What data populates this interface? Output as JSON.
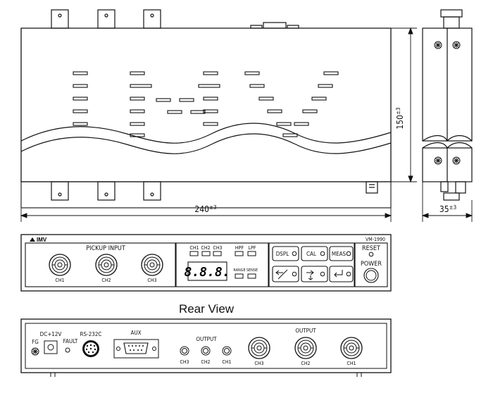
{
  "model": "VM-1990",
  "brand": "IMV",
  "dimensions": {
    "height": "150",
    "height_tol": "±3",
    "width": "240",
    "width_tol": "±3",
    "depth": "35",
    "depth_tol": "±3"
  },
  "front_panel": {
    "pickup_input_label": "PICKUP INPUT",
    "inputs": [
      "CH1",
      "CH2",
      "CH3"
    ],
    "display_leds": [
      "CH1",
      "CH2",
      "CH3"
    ],
    "filter_leds": [
      "HPF",
      "LPF"
    ],
    "mode_leds": [
      "RANGE",
      "SENSE"
    ],
    "display_value": "8.8.8.",
    "buttons_row1": [
      "DSPL",
      "CAL",
      "MEAS"
    ],
    "reset_label": "RESET",
    "power_label": "POWER"
  },
  "section_title": "Rear View",
  "rear_panel": {
    "fg_label": "FG",
    "dc_label": "DC+12V",
    "fault_label": "FAULT",
    "rs232_label": "RS-232C",
    "aux_label": "AUX",
    "output_small_label": "OUTPUT",
    "output_small_channels": [
      "CH3",
      "CH2",
      "CH1"
    ],
    "output_large_label": "OUTPUT",
    "output_large_channels": [
      "CH3",
      "CH2",
      "CH1"
    ]
  }
}
